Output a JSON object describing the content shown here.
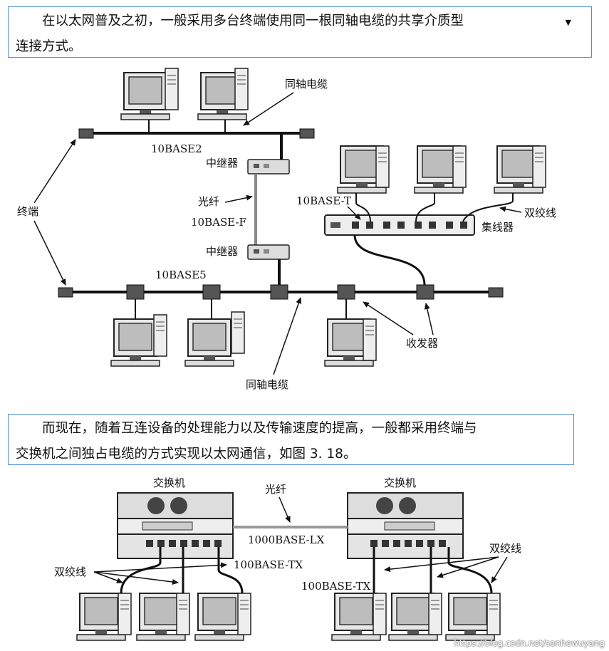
{
  "note_top": {
    "line1": "在以太网普及之初，一般采用多台终端使用同一根同轴电缆的共享介质型",
    "line2": "连接方式。"
  },
  "note_bottom": {
    "line1": "而现在，随着互连设备的处理能力以及传输速度的提高，一般都采用终端与",
    "line2": "交换机之间独占电缆的方式实现以太网通信，如图 3. 18。"
  },
  "diagram_top": {
    "coax_top_label": "同轴电缆",
    "bus_10base2": "10BASE2",
    "repeater_top": "中继器",
    "fiber": "光纤",
    "bus_10basef": "10BASE-F",
    "repeater_bottom": "中继器",
    "terminal": "终端",
    "bus_10base5": "10BASE5",
    "hub_port": "10BASE-T",
    "twisted_pair": "双绞线",
    "hub": "集线器",
    "transceiver": "收发器",
    "coax_bottom_label": "同轴电缆"
  },
  "diagram_bottom": {
    "switch_left": "交换机",
    "switch_right": "交换机",
    "fiber": "光纤",
    "link_1000": "1000BASE-LX",
    "twisted_left": "双绞线",
    "tx_top": "100BASE-TX",
    "tx_bottom": "100BASE-TX",
    "twisted_right": "双绞线"
  },
  "watermark": "https://blog.csdn.net/sanhewuyang"
}
